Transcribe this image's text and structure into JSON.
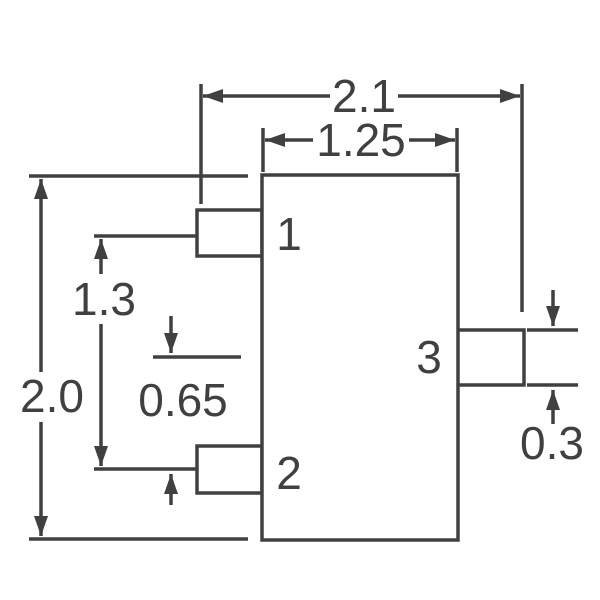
{
  "drawing": {
    "dim_overall_width": "2.1",
    "dim_body_width": "1.25",
    "dim_overall_height": "2.0",
    "dim_lead_pitch": "1.3",
    "dim_lead_offset": "0.65",
    "dim_lead3_thickness": "0.3",
    "pin1_label": "1",
    "pin2_label": "2",
    "pin3_label": "3",
    "line_color": "#404040",
    "background_color": "#ffffff"
  }
}
